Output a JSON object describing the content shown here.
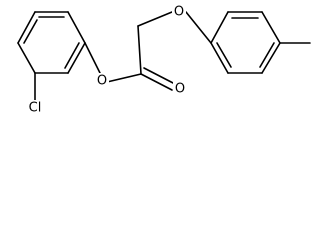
{
  "molecule": {
    "atoms": {
      "o_ester": "O",
      "o_carbonyl": "O",
      "o_ether": "O",
      "chlorine": "Cl"
    }
  }
}
